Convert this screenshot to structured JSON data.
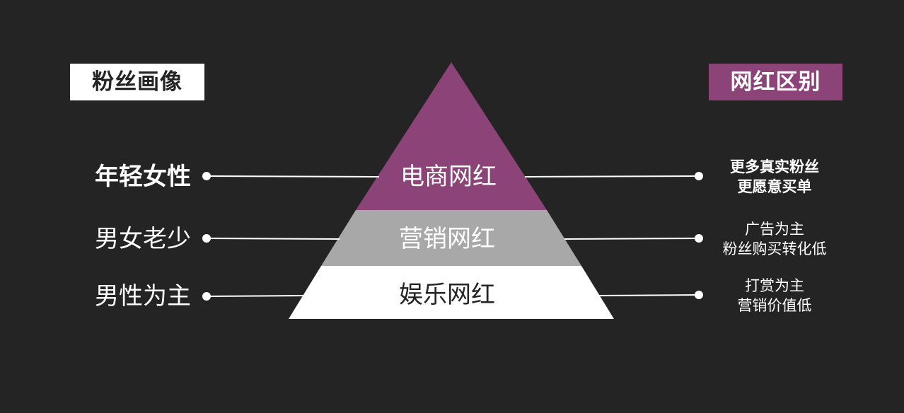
{
  "diagram": {
    "left_header": "粉丝画像",
    "right_header": "网红区别",
    "tiers": [
      {
        "name": "电商网红",
        "fan_profile": "年轻女性",
        "difference_lines": [
          "更多真实粉丝",
          "更愿意买单"
        ],
        "color": "#8c4478",
        "text_color": "#ffffff"
      },
      {
        "name": "营销网红",
        "fan_profile": "男女老少",
        "difference_lines": [
          "广告为主",
          "粉丝购买转化低"
        ],
        "color": "#a8a8a8",
        "text_color": "#ffffff"
      },
      {
        "name": "娱乐网红",
        "fan_profile": "男性为主",
        "difference_lines": [
          "打赏为主",
          "营销价值低"
        ],
        "color": "#ffffff",
        "text_color": "#242424"
      }
    ],
    "colors": {
      "background": "#242424",
      "accent": "#8c4478",
      "line": "#ffffff"
    }
  }
}
